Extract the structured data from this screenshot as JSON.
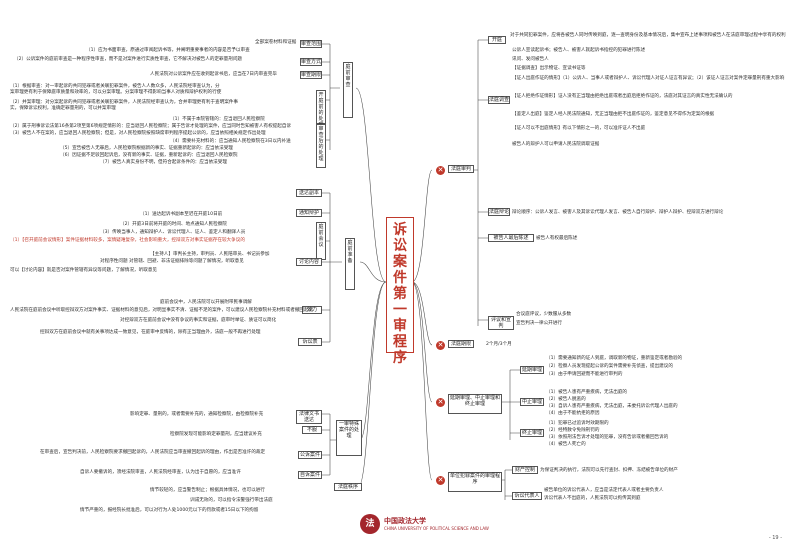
{
  "center": "诉讼案件第一审程序",
  "page_number": "- 19 -",
  "logo": {
    "mark": "法",
    "line1": "中国政法大学",
    "line2": "CHINA UNIVERSITY OF POLITICAL SCIENCE AND LAW"
  },
  "left": {
    "qiansu": {
      "title": "庭前审查",
      "nodes": [
        "审查范围",
        "审查方式",
        "审查期限",
        "开庭前的处理",
        "审查后的处理"
      ],
      "texts": [
        "全部案卷材料和证据",
        "（1）应为书面审查，原通过审阅起诉书等，并阐明重要事者的内容是否予以审查",
        "（2）公诉案件的庭前审查是一种程序性审查，而不是对案件进行实质性审查，它不解决对被告人的定罪量刑问题",
        "人民法院对公诉案件应在收到起诉书后，应当在7日内审查完毕",
        "（1）根据审查：对一审起诉的共同犯罪或者关联犯罪案件，被告人人数众多，人民法院经审查认为，分",
        "案审理更有利于保障庭审质量和效率的，可以分案审理。分案审理不得影响当事人对质和辩护权利的行使",
        "（2）并案审理：对分案起诉的共同犯罪或者关联犯罪案件，人民法院经审查认为，合并审理更有利于查明案件事",
        "实，保障诉讼权利，准确定罪量刑的，可以并案审理",
        "（1）不属于本院管辖的：应当退回人民检察院",
        "（2）属于刑事诉讼法第16条第2项至第6项规定情形的：应当退回人民检察院；属于告诉才处理的案件，应当同时告知被害人有权提起自诉",
        "（3）被告人不在案的，应当退回人民检察院；但是，对人民检察院按照缺席审判程序提起公诉的，应当依照相关规定作出处理",
        "（4）需要补充材料的：应当通知人民检察院在3日以内补送",
        "（5）宣告被告人无罪后，人民检察院根据新的事实、证据重新起诉的：应当依法受理",
        "（6）因证据不足驳回起诉后，没有新的事实、证据，重新起诉的：应当退回人民检察院",
        "（7）被告人真实身份不明，但符合起诉条件的：应当依法受理"
      ]
    },
    "tingqian": {
      "title": "庭前准备",
      "nodes": [
        "送达副本",
        "通知辩护",
        "庭前会议",
        "讨论内容",
        "效力",
        "诉讼表"
      ],
      "texts": [
        "（1）送达起诉书副本至迟在开庭10日前",
        "（2）开庭3日前将开庭的时间、地点通知人民检察院",
        "（3）传唤当事人，通知辩护人、诉讼代理人、证人、鉴定人和翻译人员",
        "（1）【召开庭前会议情形】案件证据材料较多，案情疑难复杂，社会影响重大，控辩双方对事实证据存在较大争议的",
        "【主持人】审判长主持，审判员、人民陪审员、书记员参加",
        "对程序性问题 对管辖、回避、非法证据排除等问题了解情况，听取意见",
        "可以【讨论内容】就是否对案件管辖有异议等问题，了解情况，听取意见",
        "庭前会议中，人民法院可以开展附带民事调解",
        "人民法院在庭前会议中听取控辩双方对案件事实、证据材料的意见后，对明显事实不清、证据不足的案件，可以建议人民检察院补充材料或者撤回起诉",
        "对控辩双方在庭前会议中没有争议的事实和证据，庭审时举证、质证可以简化",
        "控辩双方在庭前会议中就有关事项达成一致意见，在庭审中反悔的，除有正当理由外，法庭一般不再进行处理"
      ]
    },
    "special": {
      "title": "一审特殊案件的处理",
      "nodes": [
        "法律文书送达",
        "不服",
        "公诉案件",
        "自诉案件"
      ],
      "texts": [
        "影响定罪、量刑的，或者需要补充的，通知检察院，由检察院补充",
        "检察院发现可能影响定罪量刑，应当建议补充",
        "在审查后，宣告判决前，人民检察院要求撤回起诉的，人民法院应当审查撤回起诉的理由，作出是否准许的裁定",
        "自诉人要撤诉的，须经法院审查，人民法院经审查，认为出于自愿的，应当准许"
      ]
    },
    "court": {
      "title": "法庭秩序",
      "texts": [
        "情节较轻的，应当警告制止；根据具体情况，也可以进行",
        "训诫无效的，可以指令法警强行带出法庭",
        "情节严重的，报经院长批准后，可以对行为人处1000元以下的罚款或者15日以下的拘留"
      ]
    }
  },
  "right": {
    "trial": {
      "title": "法庭审判",
      "nodes": [
        "开庭",
        "法庭调查",
        "法庭辩论",
        "被告人最后陈述",
        "评议和宣判"
      ],
      "texts": [
        "对于共同犯罪案件，应将各被告人同时传唤到庭，逐一查明身份及基本情况后，集中宣布上述事项和被告人在法庭审理过程中享有的权利",
        "公诉人宣读起诉书；被告人、被害人就起诉书指控的犯罪进行陈述",
        "讯问、发问被告人",
        "【证据调查】出示物证、宣读书证等",
        "【证人出庭作证的情形】（1）公诉人、当事人或者辩护人、诉讼代理人对证人证言有异议；（2）该证人证言对案件定罪量刑有重大影响",
        "【证人拒绝作证情形】证人没有正当理由拒绝出庭或者出庭后拒绝作证的，法庭对其证言的真实性无法确认的",
        "【鉴定人出庭】鉴定人经人民法院通知，无正当理由拒不出庭作证的，鉴定意见不得作为定案的根据",
        "【证人可以不出庭情形】有以下情形之一的，可以准许证人不出庭",
        "被告人的辩护人可以申请人民法院调取证据",
        "辩论顺序：公诉人发言、被害人及其诉讼代理人发言、被告人自行辩护、辩护人辩护、控辩双方进行辩论",
        "被告人有权最后陈述",
        "合议庭评议，少数服从多数",
        "宣告判决一律公开进行"
      ]
    },
    "time": {
      "title": "法庭期限",
      "text": "2个月/3个月"
    },
    "suspend": {
      "title": "延期审理、中止审理和终止审理",
      "nodes": [
        "延期审理",
        "中止审理",
        "终止审理"
      ],
      "texts": [
        "（1）需要通知新的证人到庭，调取新的物证，重新鉴定或者勘验的",
        "（2）检察人员发现提起公诉的案件需要补充侦查，提出建议的",
        "（3）由于申请回避而不能进行审判的",
        "（1）被告人患有严重疾病，无法出庭的",
        "（2）被告人脱逃的",
        "（3）自诉人患有严重疾病，无法出庭，未委托诉讼代理人出庭的",
        "（4）由于不能抗拒的原因",
        "（1）犯罪已过追诉时效期限的",
        "（2）经特赦令免除刑罚的",
        "（3）依照刑法告诉才处理的犯罪，没有告诉或者撤回告诉的",
        "（4）被告人死亡的"
      ]
    },
    "unit": {
      "title": "单位犯罪案件的审理程序",
      "nodes": [
        "财产控制",
        "诉讼代表人"
      ],
      "texts": [
        "为保证判决的执行，法院可以先行查封、扣押、冻结被告单位的财产",
        "被告单位的诉讼代表人，应当是法定代表人或者主要负责人",
        "诉讼代表人不出庭的，人民法院可以拘传其到庭"
      ]
    }
  }
}
